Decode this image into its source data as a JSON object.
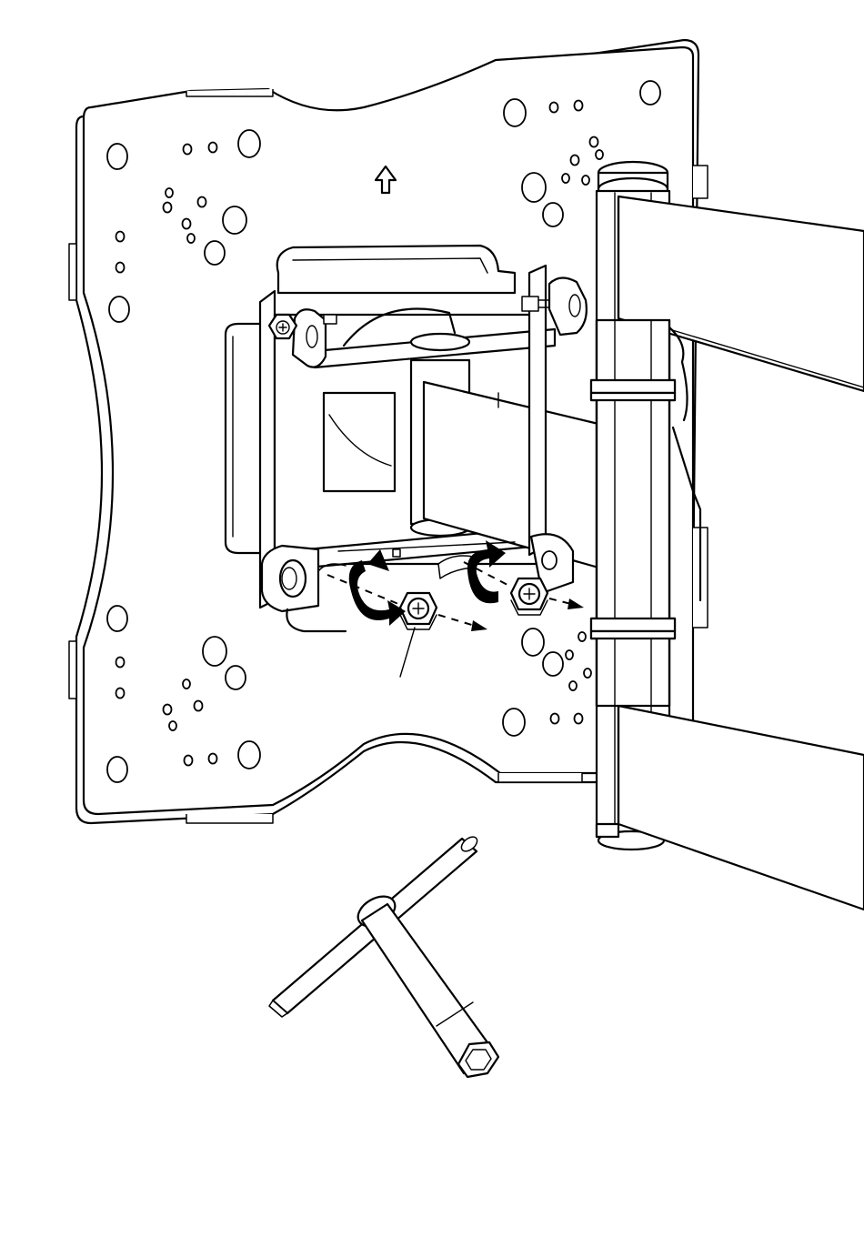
{
  "figure": {
    "subject": "wall-mount-tilt-adjustment",
    "parts": [
      {
        "id": "vesa-plate",
        "icon": "mounting-plate"
      },
      {
        "id": "up-arrow",
        "icon": "arrow-up-icon"
      },
      {
        "id": "tilt-bracket",
        "icon": "bracket"
      },
      {
        "id": "swing-arm-pivot",
        "icon": "pivot-post"
      },
      {
        "id": "articulating-arms",
        "icon": "arm"
      },
      {
        "id": "tension-bolts",
        "icon": "bolt-icon",
        "count": 2
      },
      {
        "id": "rotation-arrows",
        "icon": "rotate-arrow-icon",
        "count": 2
      },
      {
        "id": "t-wrench",
        "icon": "socket-wrench"
      }
    ],
    "colors": {
      "line": "#000000",
      "background": "#ffffff"
    }
  }
}
